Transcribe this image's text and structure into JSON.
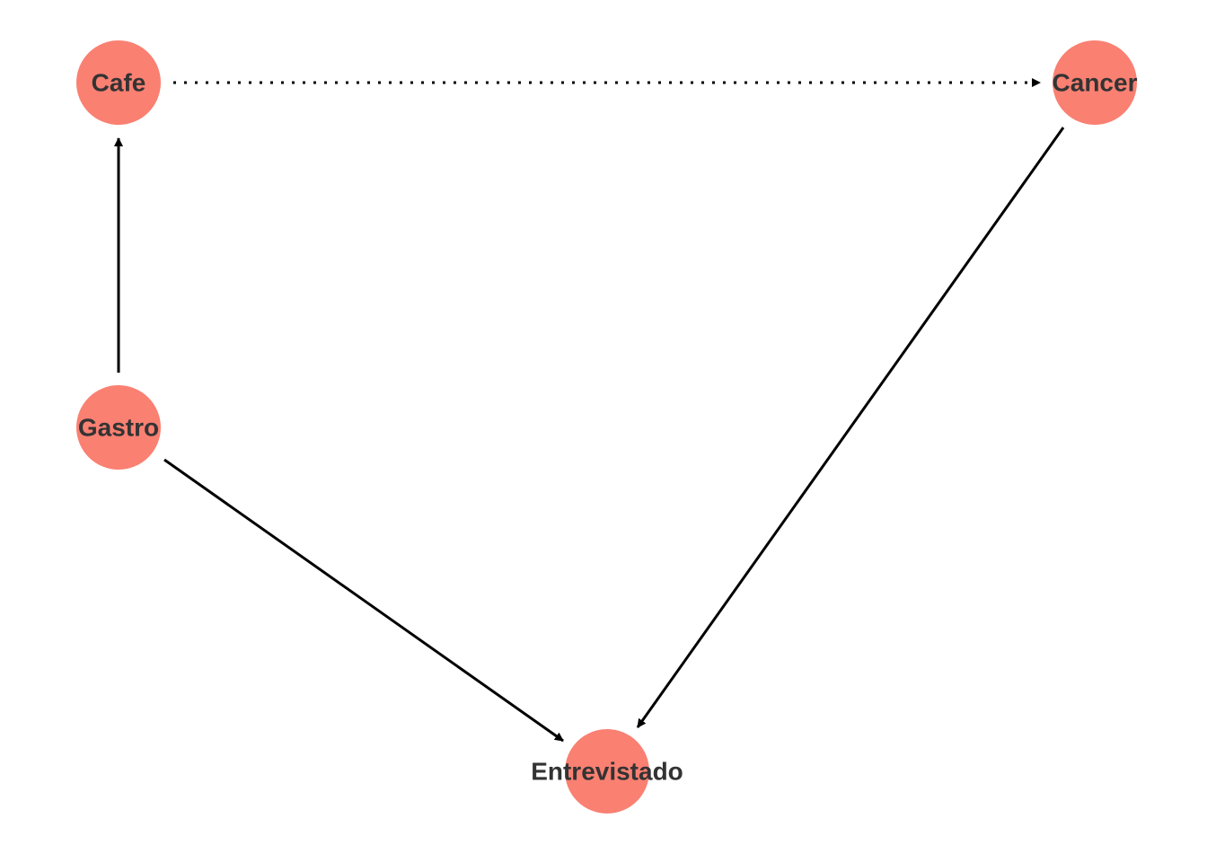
{
  "diagram": {
    "node_color": "#fa8072",
    "label_color": "#333333",
    "edge_color": "#000000",
    "nodes": [
      {
        "id": "cafe",
        "label": "Cafe"
      },
      {
        "id": "cancer",
        "label": "Cancer"
      },
      {
        "id": "gastro",
        "label": "Gastro"
      },
      {
        "id": "entrevistado",
        "label": "Entrevistado"
      }
    ],
    "edges": [
      {
        "from": "cafe",
        "to": "cancer",
        "style": "dotted"
      },
      {
        "from": "gastro",
        "to": "cafe",
        "style": "solid"
      },
      {
        "from": "gastro",
        "to": "entrevistado",
        "style": "solid"
      },
      {
        "from": "cancer",
        "to": "entrevistado",
        "style": "solid"
      }
    ]
  }
}
